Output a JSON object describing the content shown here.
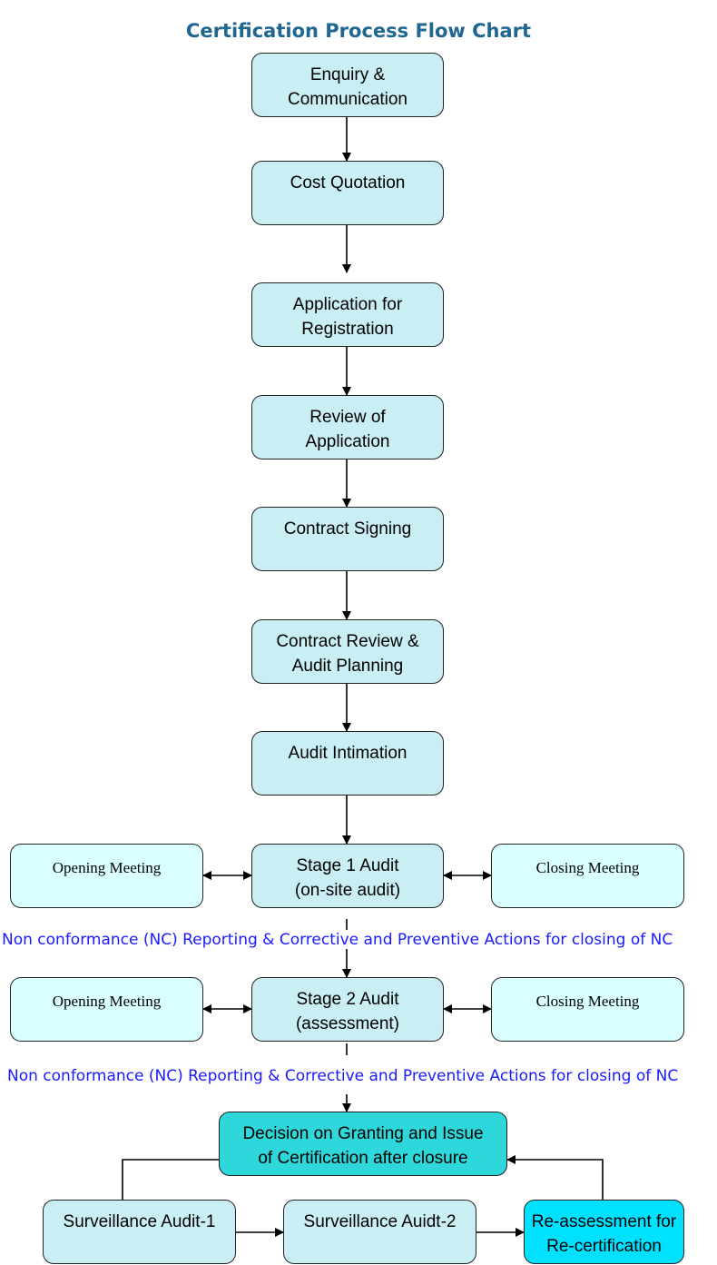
{
  "title": "Certification Process Flow Chart",
  "colors": {
    "title": "#1f6791",
    "note_text": "#1a1aff",
    "box_main": "#c9eef3",
    "box_side": "#d9ffff",
    "box_decision": "#2ed7d9",
    "box_recert": "#00e0ff",
    "line": "#000000"
  },
  "steps": {
    "enquiry": "Enquiry &\nCommunication",
    "quotation": "Cost Quotation",
    "application": "Application for\nRegistration",
    "review": "Review of\nApplication",
    "contract_signing": "Contract Signing",
    "contract_review": "Contract Review &\nAudit Planning",
    "intimation": "Audit Intimation",
    "stage1": "Stage 1 Audit\n(on-site audit)",
    "stage2": "Stage 2 Audit\n(assessment)",
    "decision": "Decision on Granting and Issue\nof Certification after closure",
    "surveillance1": "Surveillance Audit-1",
    "surveillance2": "Surveillance Auidt-2",
    "recertification": "Re-assessment for\nRe-certification"
  },
  "meetings": {
    "stage1_opening": "Opening Meeting",
    "stage1_closing": "Closing Meeting",
    "stage2_opening": "Opening Meeting",
    "stage2_closing": "Closing Meeting"
  },
  "notes": {
    "nc_after_stage1": "Non conformance (NC) Reporting & Corrective and Preventive Actions for closing of NC",
    "nc_after_stage2": "Non conformance (NC) Reporting & Corrective and Preventive Actions for closing of NC"
  }
}
